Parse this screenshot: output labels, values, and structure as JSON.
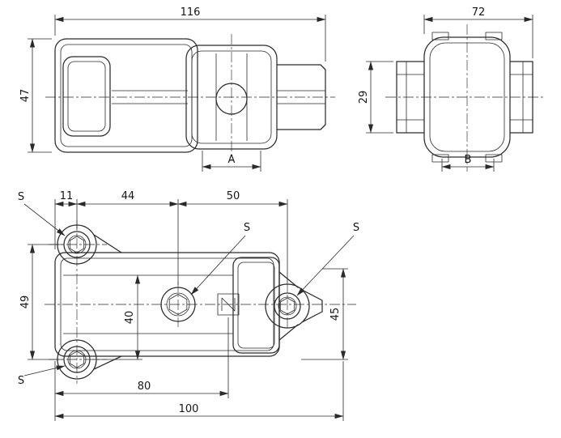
{
  "drawing": {
    "side_view": {
      "width": "116",
      "height": "47",
      "bore": "A"
    },
    "end_view": {
      "width": "72",
      "height": "29",
      "bore": "B"
    },
    "plan_view": {
      "offset_left": "11",
      "pitch_left": "44",
      "pitch_right": "50",
      "height_left": "49",
      "height_mid": "40",
      "height_right": "45",
      "length_square": "80",
      "length_total": "100",
      "screw_label": "S"
    },
    "colors": {
      "line": "#2a2a2a",
      "background": "#ffffff"
    }
  }
}
